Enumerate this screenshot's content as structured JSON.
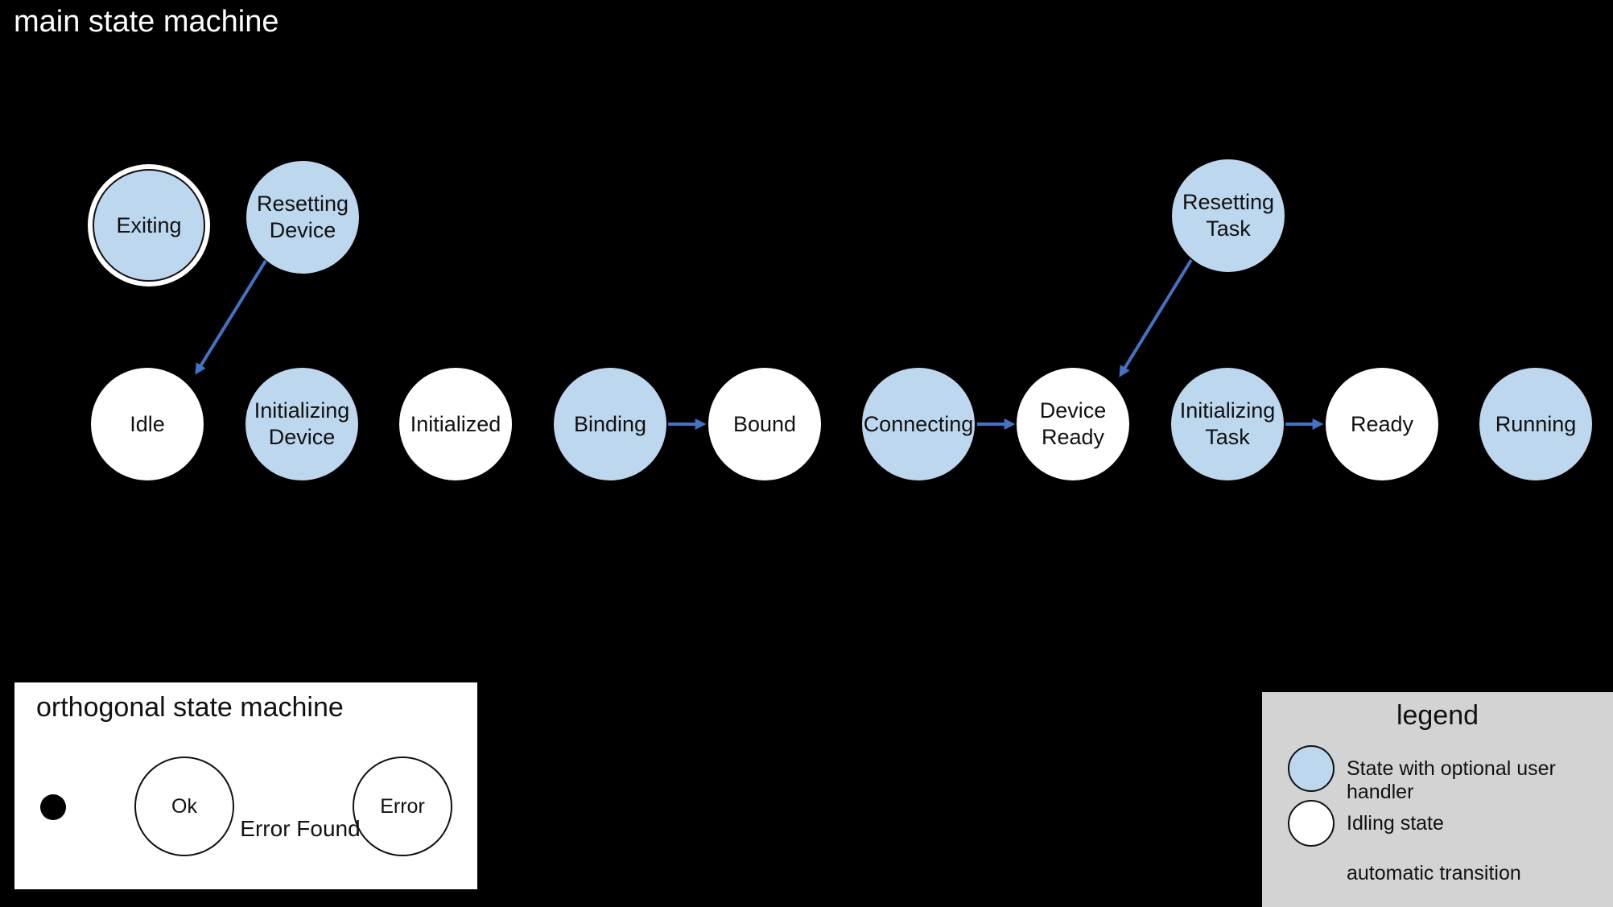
{
  "main_machine": {
    "title": "main state machine",
    "states": [
      {
        "id": "exiting",
        "label": "Exiting",
        "type": "handler",
        "final_style": true
      },
      {
        "id": "resetting-device",
        "label": "Resetting Device",
        "type": "handler"
      },
      {
        "id": "resetting-task",
        "label": "Resetting Task",
        "type": "handler"
      },
      {
        "id": "idle",
        "label": "Idle",
        "type": "idling"
      },
      {
        "id": "initializing-device",
        "label": "Initializing Device",
        "type": "handler"
      },
      {
        "id": "initialized",
        "label": "Initialized",
        "type": "idling"
      },
      {
        "id": "binding",
        "label": "Binding",
        "type": "handler"
      },
      {
        "id": "bound",
        "label": "Bound",
        "type": "idling"
      },
      {
        "id": "connecting",
        "label": "Connecting",
        "type": "handler"
      },
      {
        "id": "device-ready",
        "label": "Device Ready",
        "type": "idling"
      },
      {
        "id": "initializing-task",
        "label": "Initializing Task",
        "type": "handler"
      },
      {
        "id": "ready",
        "label": "Ready",
        "type": "idling"
      },
      {
        "id": "running",
        "label": "Running",
        "type": "handler"
      }
    ],
    "transitions": [
      {
        "from": "resetting-device",
        "to": "idle",
        "kind": "automatic"
      },
      {
        "from": "binding",
        "to": "bound",
        "kind": "automatic"
      },
      {
        "from": "connecting",
        "to": "device-ready",
        "kind": "automatic"
      },
      {
        "from": "resetting-task",
        "to": "device-ready",
        "kind": "automatic"
      },
      {
        "from": "initializing-task",
        "to": "ready",
        "kind": "automatic"
      }
    ]
  },
  "orthogonal_machine": {
    "title": "orthogonal state machine",
    "states": [
      {
        "id": "ok",
        "label": "Ok"
      },
      {
        "id": "error",
        "label": "Error"
      }
    ],
    "transitions": [
      {
        "from": "initial",
        "to": "ok",
        "label": ""
      },
      {
        "from": "ok",
        "to": "error",
        "label": "Error Found"
      }
    ]
  },
  "legend": {
    "title": "legend",
    "items": [
      {
        "swatch": "handler-state-circle",
        "label": "State with optional user handler"
      },
      {
        "swatch": "idling-state-circle",
        "label": "Idling state"
      },
      {
        "swatch": "automatic-transition-arrow",
        "label": "automatic transition"
      }
    ]
  },
  "colors": {
    "background": "#000000",
    "handler_state_fill": "#bdd7ee",
    "idling_state_fill": "#ffffff",
    "automatic_transition": "#4472c4",
    "legend_background": "#d3d3d3",
    "orthogonal_panel_background": "#ffffff"
  }
}
